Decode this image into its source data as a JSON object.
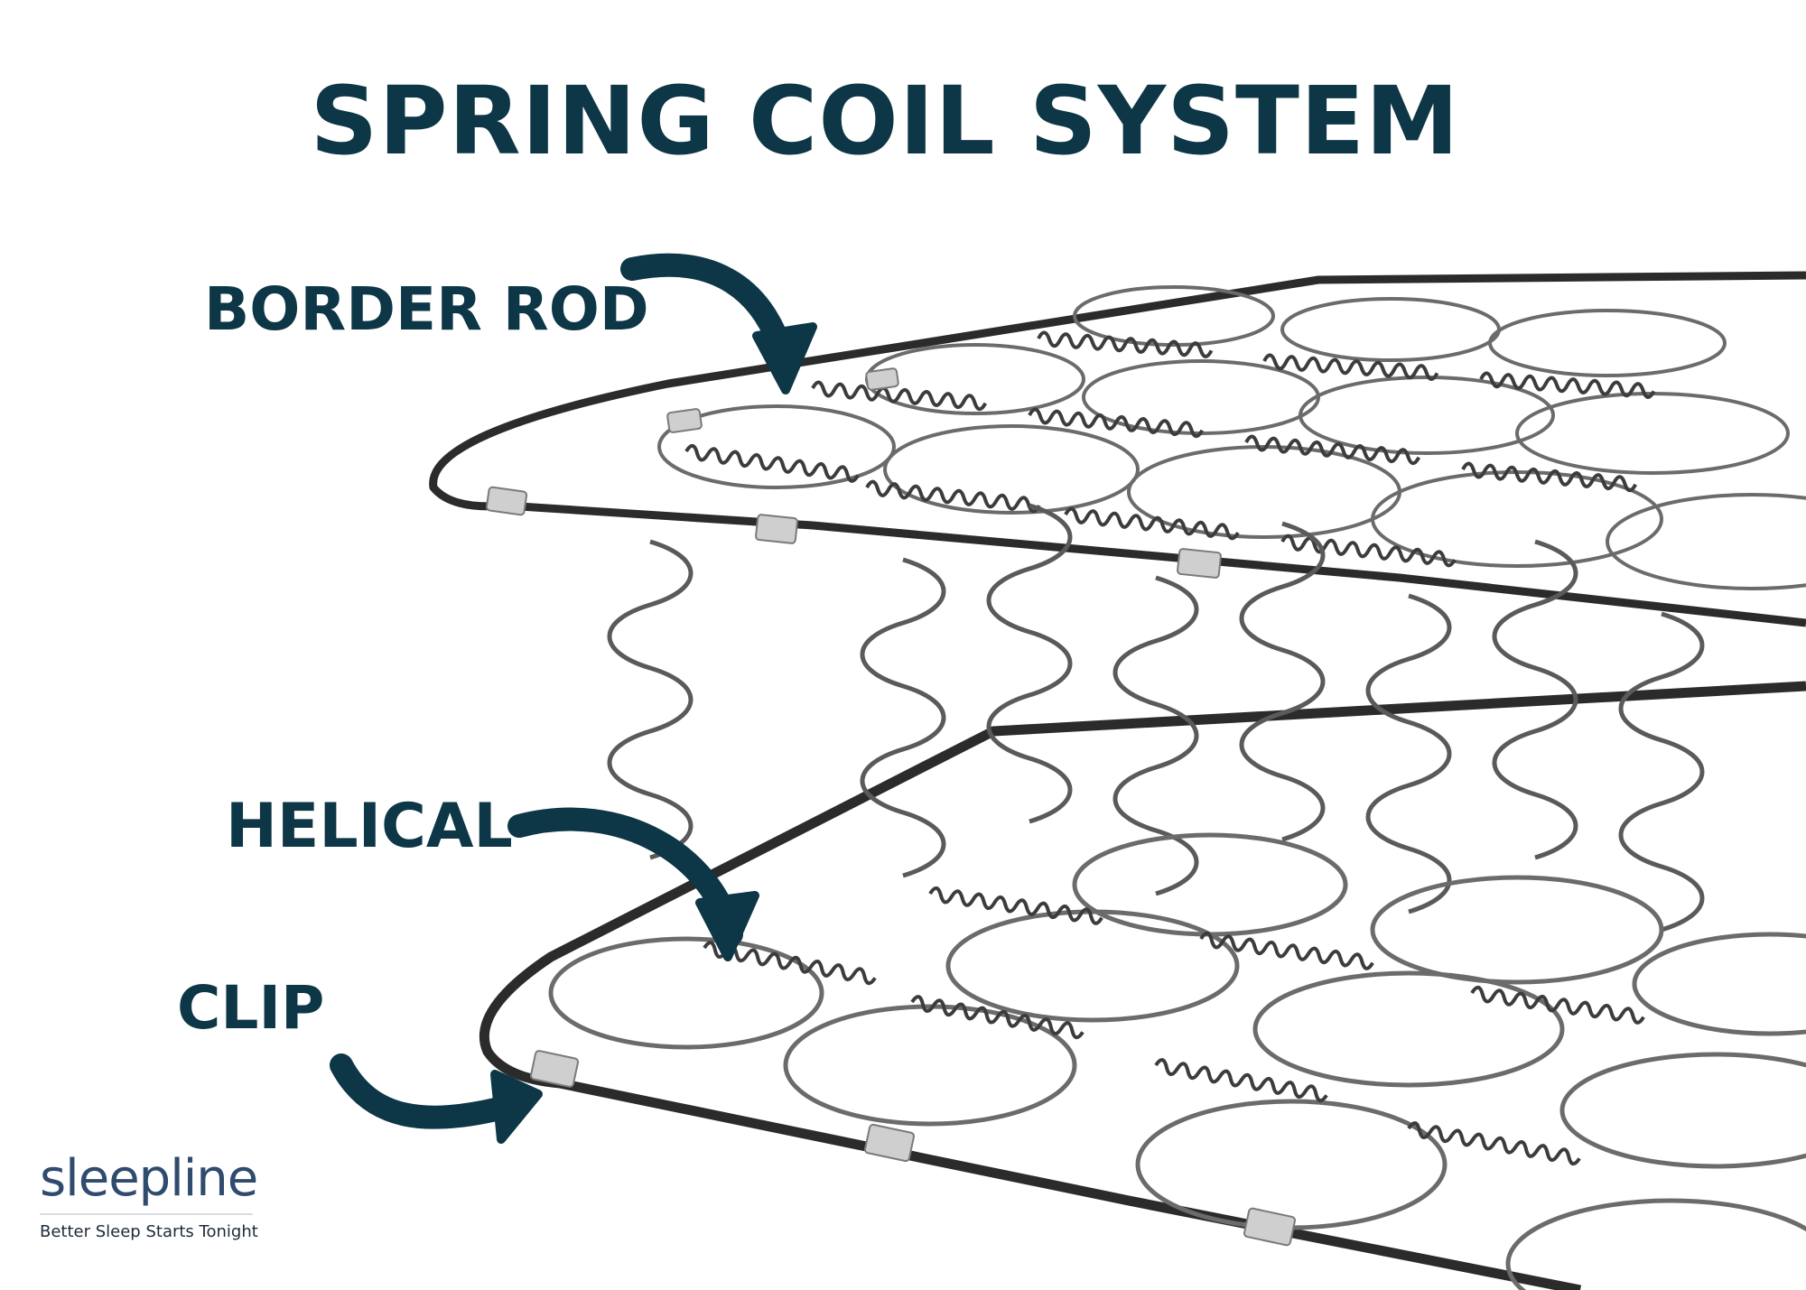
{
  "title": "SPRING COIL SYSTEM",
  "labels": {
    "border_rod": "BORDER ROD",
    "helical": "HELICAL",
    "clip": "CLIP"
  },
  "logo": {
    "name": "sleepline",
    "tagline": "Better Sleep Starts Tonight"
  },
  "colors": {
    "text": "#0d3646",
    "arrow": "#0d3646",
    "wire": "#4a4a4a",
    "frame_rod": "#2b2b2b",
    "clip_metal": "#c8c8c8",
    "logo_text": "#2f4b6e"
  }
}
